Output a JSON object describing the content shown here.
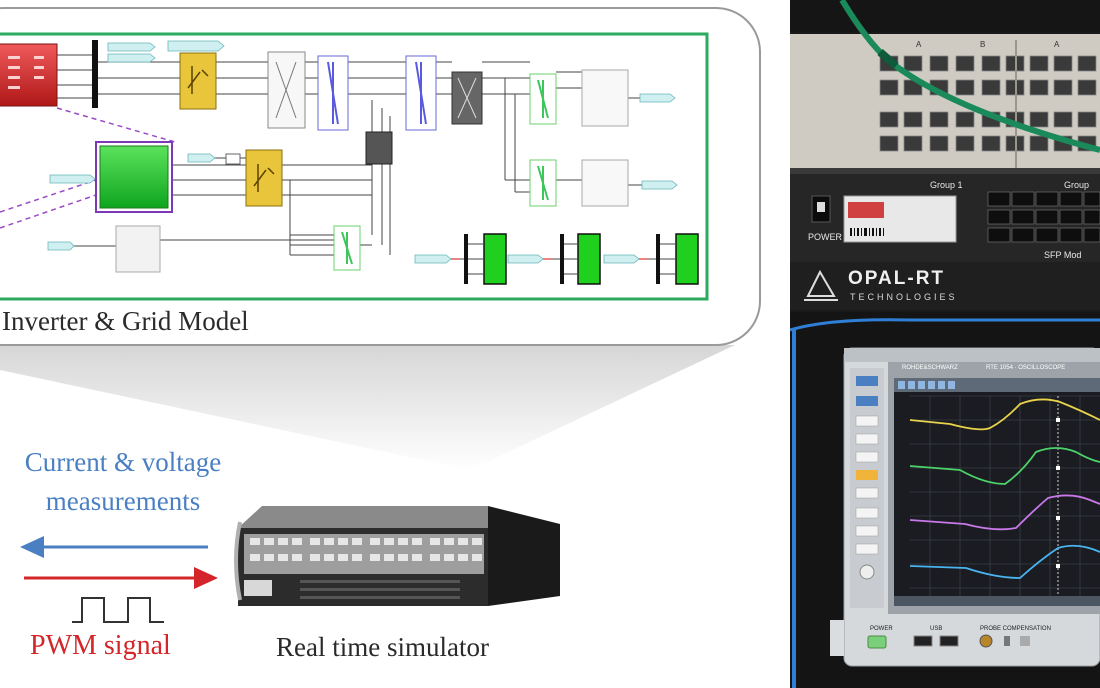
{
  "left_panel": {
    "model_caption": "Inverter & Grid Model",
    "measurements_label_line1": "Current & voltage",
    "measurements_label_line2": "measurements",
    "pwm_label": "PWM signal",
    "simulator_label": "Real time simulator"
  },
  "right_panel": {
    "rack_labels": {
      "port_group_a": "A",
      "port_group_b": "B",
      "port_group_a2": "A",
      "group1": "Group 1",
      "group2": "Group",
      "power": "POWER",
      "sfp": "SFP Mod"
    },
    "brand": {
      "name": "OPAL-RT",
      "sub": "TECHNOLOGIES"
    },
    "scope": {
      "brand": "ROHDE&SCHWARZ",
      "model": "RTE 1054 · OSCILLOSCOPE",
      "power": "POWER",
      "usb": "USB",
      "probe": "PROBE COMPENSATION"
    }
  },
  "colors": {
    "model_border": "#2eaa5e",
    "measurement_arrow": "#4a7fc1",
    "pwm_arrow": "#d4262a",
    "trace_yellow": "#e8d34a",
    "trace_green": "#4bd36a",
    "trace_purple": "#c878e8",
    "trace_blue": "#4ab4f0"
  }
}
